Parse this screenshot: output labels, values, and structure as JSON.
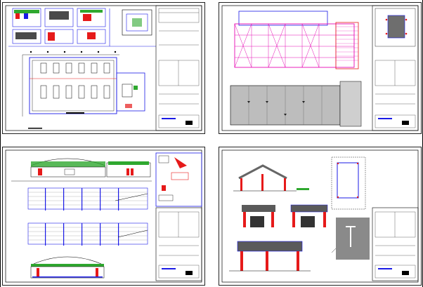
{
  "sheets": [
    {
      "id": "sheet-1",
      "label": ""
    },
    {
      "id": "sheet-2",
      "label": ""
    },
    {
      "id": "sheet-3",
      "label": ""
    },
    {
      "id": "sheet-4",
      "label": ""
    }
  ],
  "colors": {
    "frame": "#000000",
    "blue": "#1a1ae6",
    "red": "#e61a1a",
    "magenta": "#e60ab4",
    "green": "#2fa82f",
    "gray": "#7a7a7a",
    "darkgray": "#4a4a4a"
  }
}
